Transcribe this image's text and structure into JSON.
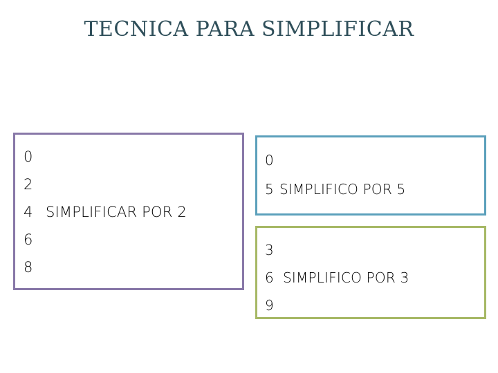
{
  "slide": {
    "title": "TECNICA PARA SIMPLIFICAR",
    "title_color": "#2f4f5a",
    "background_color": "#ffffff"
  },
  "boxes": {
    "left": {
      "name": "simplificar-por-2",
      "border_color": "#8878a8",
      "rows": [
        {
          "digit": "0",
          "phrase": ""
        },
        {
          "digit": "2",
          "phrase": ""
        },
        {
          "digit": "4",
          "phrase": "SIMPLIFICAR POR 2"
        },
        {
          "digit": "6",
          "phrase": ""
        },
        {
          "digit": "8",
          "phrase": ""
        }
      ]
    },
    "top_right": {
      "name": "simplifico-por-5",
      "border_color": "#5ba0bb",
      "rows": [
        {
          "digit": "0",
          "phrase": ""
        },
        {
          "digit": "5",
          "phrase": "SIMPLIFICO POR 5"
        }
      ]
    },
    "bottom_right": {
      "name": "simplifico-por-3",
      "border_color": "#a6b865",
      "rows": [
        {
          "digit": "3",
          "phrase": ""
        },
        {
          "digit": "6",
          "phrase": "SIMPLIFICO POR 3"
        },
        {
          "digit": "9",
          "phrase": ""
        }
      ]
    }
  }
}
